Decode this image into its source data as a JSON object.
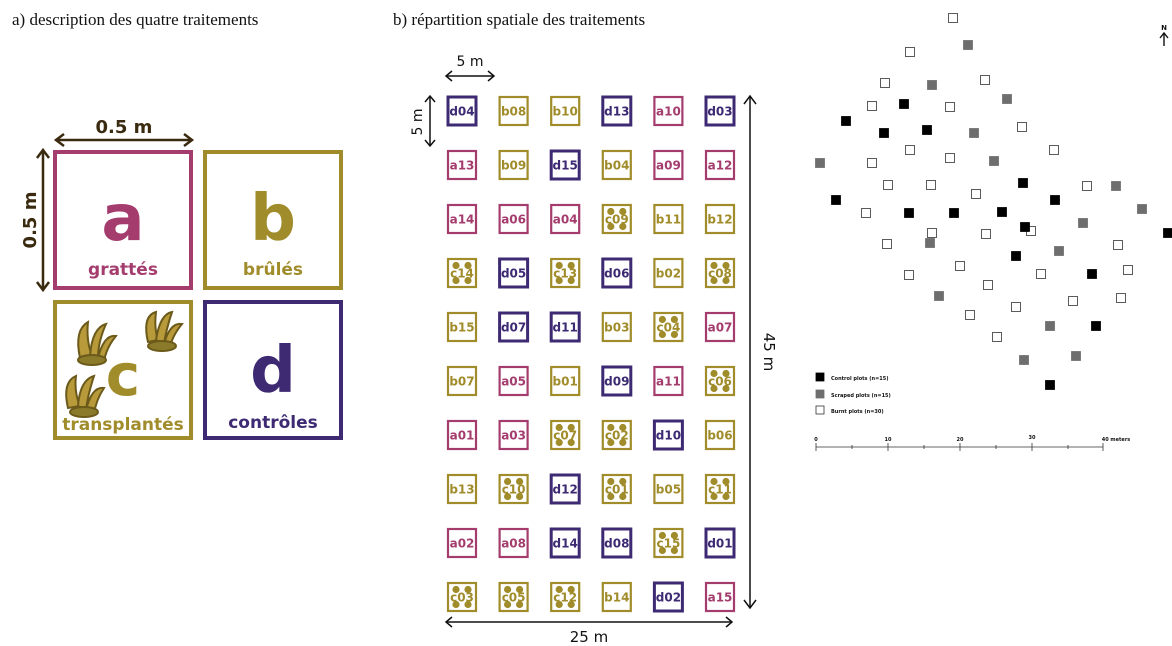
{
  "captions": {
    "a": "a) description des quatre traitements",
    "b": "b) répartition spatiale des traitements"
  },
  "treatments": {
    "a": {
      "letter": "a",
      "label": "grattés",
      "color": "#a43d6e"
    },
    "b": {
      "letter": "b",
      "label": "brûlés",
      "color": "#a08c2a"
    },
    "c": {
      "letter": "c",
      "label": "transplantés",
      "color": "#a08c2a"
    },
    "d": {
      "letter": "d",
      "label": "contrôles",
      "color": "#3d2a73"
    }
  },
  "dims": {
    "square_width": "0.5 m",
    "square_height": "0.5 m",
    "cell_width": "5 m",
    "cell_height": "5 m",
    "grid_width": "25 m",
    "grid_height": "45 m"
  },
  "grid": [
    [
      "d04",
      "b08",
      "b10",
      "d13",
      "a10",
      "d03"
    ],
    [
      "a13",
      "b09",
      "d15",
      "b04",
      "a09",
      "a12"
    ],
    [
      "a14",
      "a06",
      "a04",
      "c09",
      "b11",
      "b12"
    ],
    [
      "c14",
      "d05",
      "c13",
      "d06",
      "b02",
      "c08"
    ],
    [
      "b15",
      "d07",
      "d11",
      "b03",
      "c04",
      "a07"
    ],
    [
      "b07",
      "a05",
      "b01",
      "d09",
      "a11",
      "c06"
    ],
    [
      "a01",
      "a03",
      "c07",
      "c02",
      "d10",
      "b06"
    ],
    [
      "b13",
      "c10",
      "d12",
      "c01",
      "b05",
      "c11"
    ],
    [
      "a02",
      "a08",
      "d14",
      "d08",
      "c15",
      "d01"
    ],
    [
      "c03",
      "c05",
      "c12",
      "b14",
      "d02",
      "a15"
    ]
  ],
  "map": {
    "north": "N",
    "legend": [
      {
        "label": "Control plots (n=15)",
        "fill": "#000000"
      },
      {
        "label": "Scraped plots (n=15)",
        "fill": "#6e6e6e"
      },
      {
        "label": "Burnt plots (n=30)",
        "fill": "#ffffff"
      }
    ],
    "scale_ticks": [
      "0",
      "10",
      "20",
      "30",
      "40 meters"
    ]
  }
}
